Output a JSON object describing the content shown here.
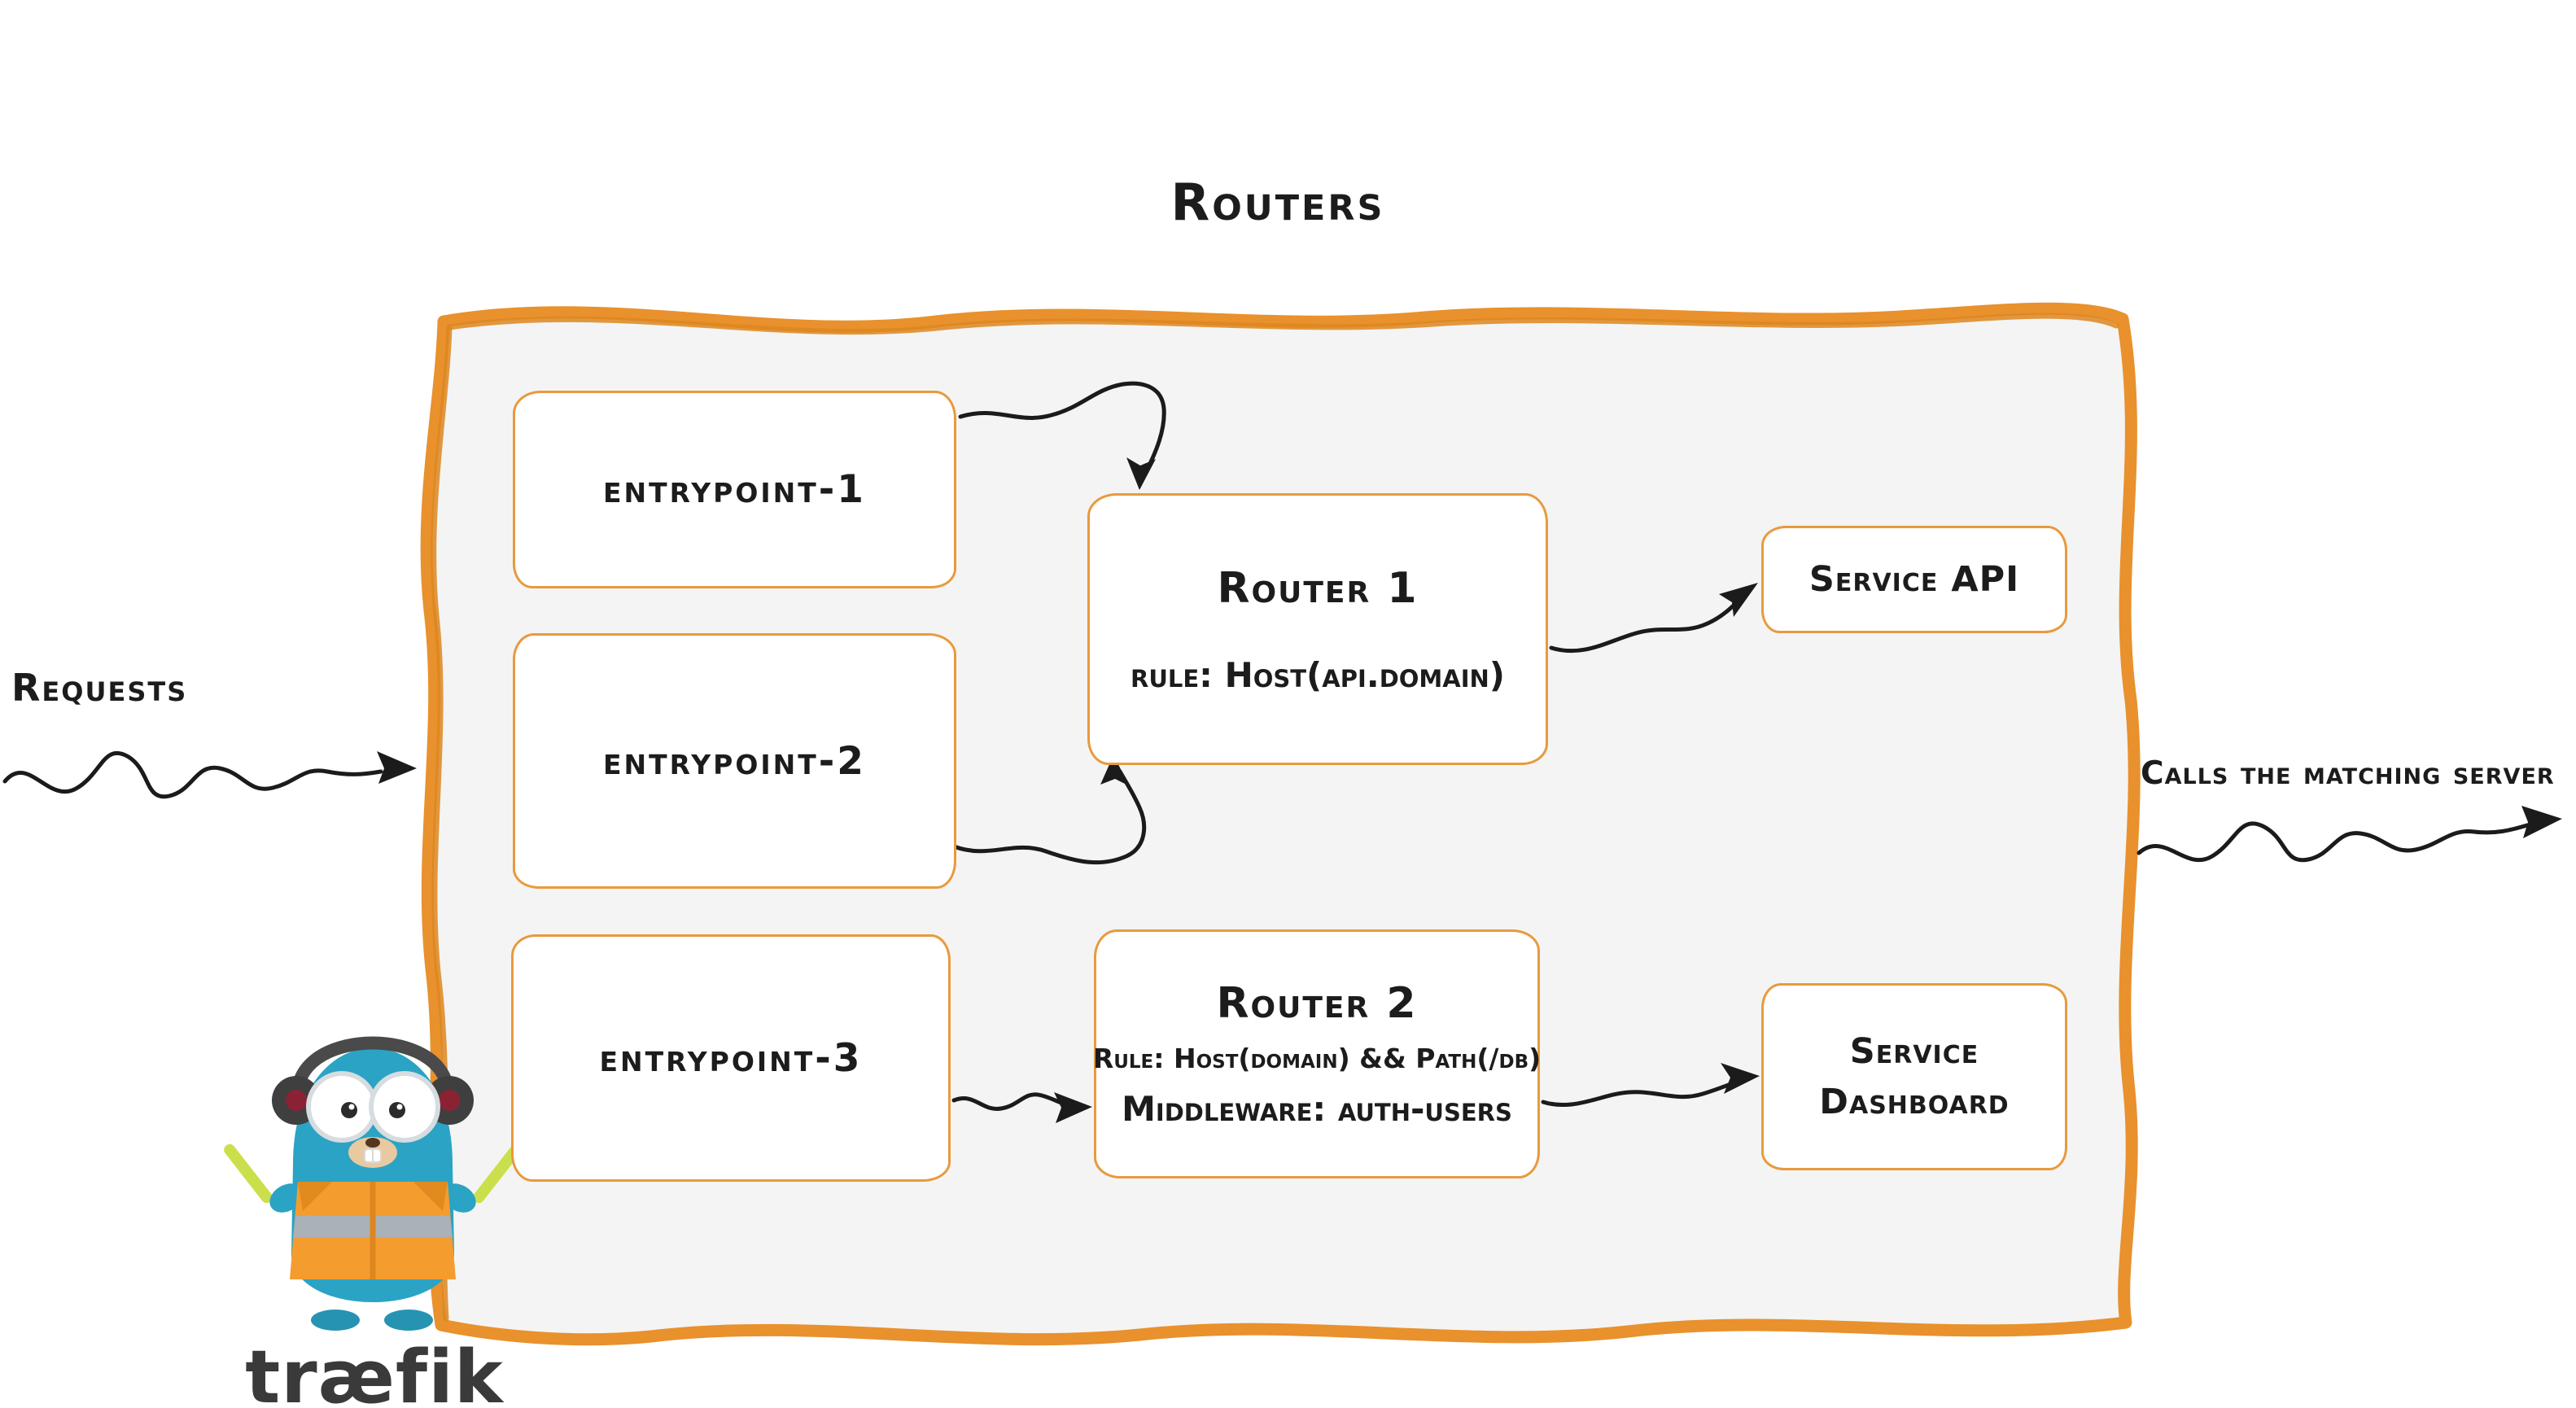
{
  "title": "Routers",
  "annotations": {
    "requests": "Requests",
    "calls": "Calls the matching server"
  },
  "entrypoints": [
    {
      "label": "entrypoint-1"
    },
    {
      "label": "entrypoint-2"
    },
    {
      "label": "entrypoint-3"
    }
  ],
  "routers": [
    {
      "name": "Router 1",
      "rule": "rule: Host(api.domain)"
    },
    {
      "name": "Router 2",
      "rule": "Rule: Host(domain) && Path(/db)",
      "middleware": "Middleware: auth-users"
    }
  ],
  "services": [
    {
      "label": "Service API"
    },
    {
      "label": "Service Dashboard"
    }
  ],
  "logo": {
    "wordmark": "træfik",
    "mascot": "traefik-gopher"
  },
  "colors": {
    "container_border_orange": "#E8912D",
    "box_border_orange": "#E89A3E",
    "container_fill": "#F4F4F4",
    "arrow_black": "#1B1B1B",
    "gopher_teal": "#2BA3C4",
    "vest_orange": "#F59C2F",
    "glow_stick_green": "#CBDF4C"
  }
}
